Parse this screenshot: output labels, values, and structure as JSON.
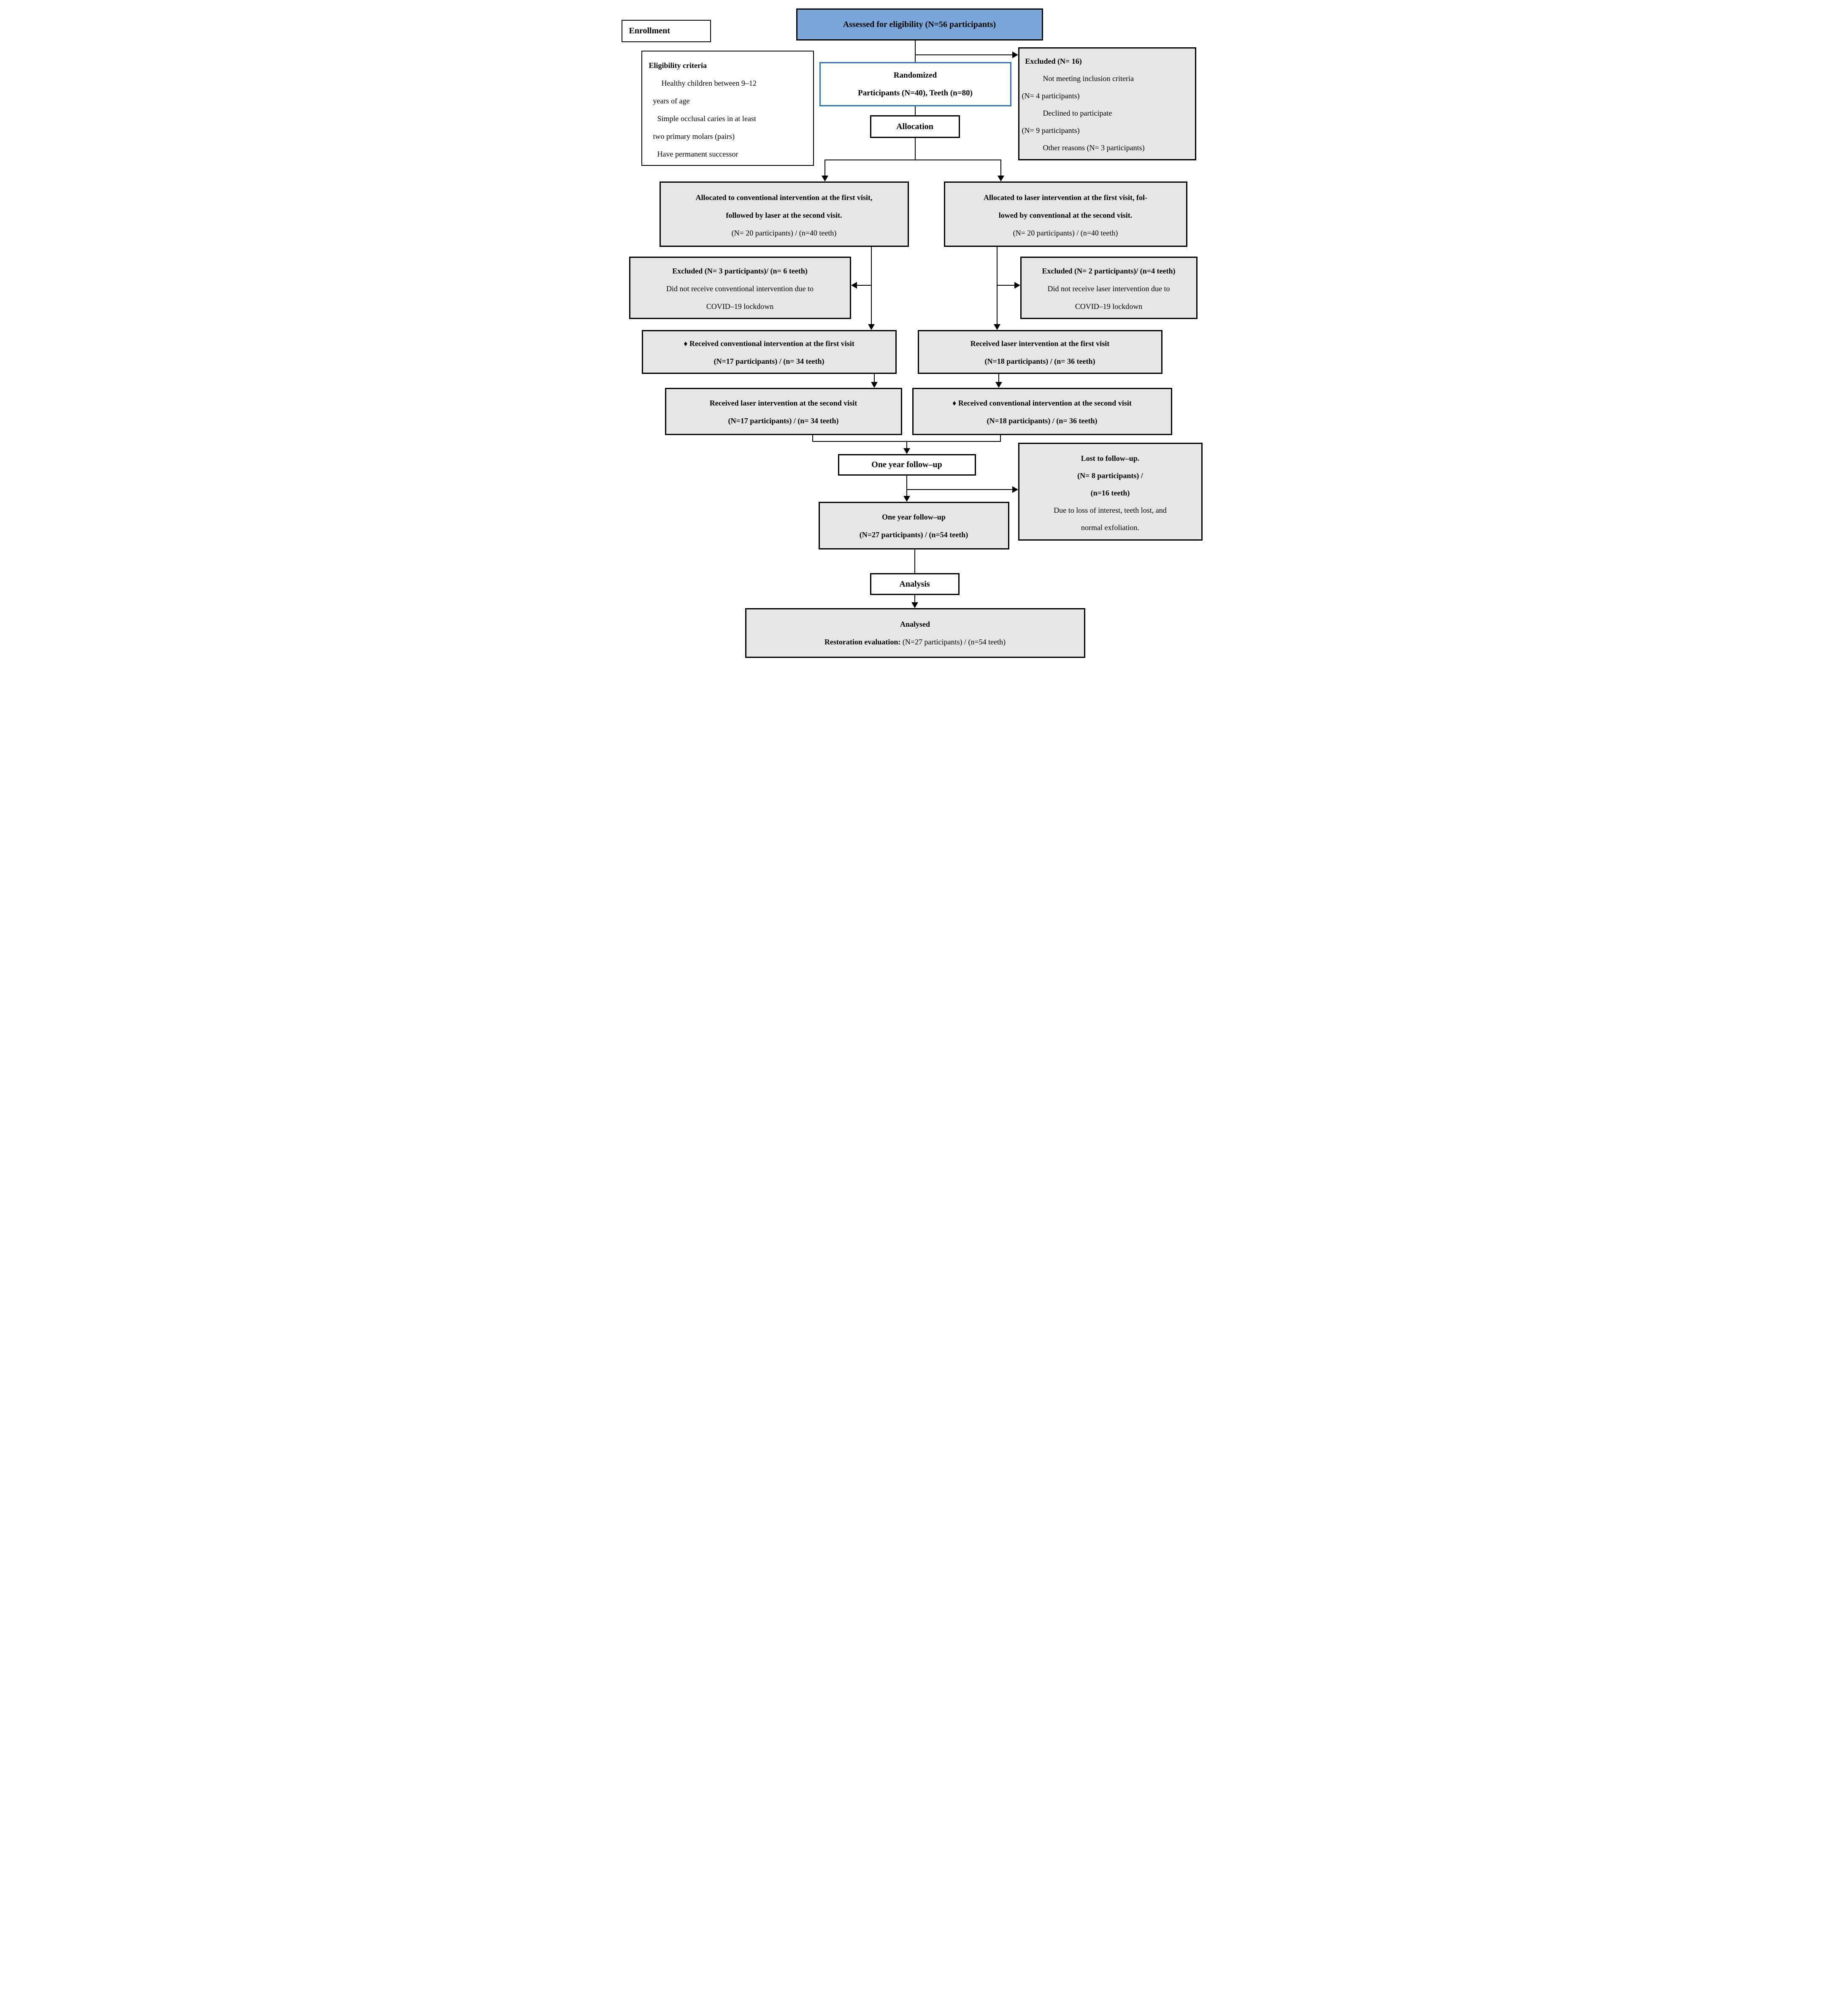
{
  "figure": {
    "colors": {
      "assessed_fill": "#7ba6d9",
      "randomized_border": "#2e75b6",
      "box_fill_gray": "#e7e6e6",
      "line_color": "#000000"
    },
    "boxes": {
      "enrollment": {
        "lines": [
          "Enrollment"
        ]
      },
      "assessed": {
        "lines": [
          "Assessed for eligibility (N=56 participants)"
        ]
      },
      "eligibility": {
        "lines": [
          "Eligibility criteria",
          "Healthy  children  between  9–12",
          "years of age",
          "Simple occlusal caries in at least",
          "two primary molars (pairs)",
          "Have permanent successor"
        ]
      },
      "randomized": {
        "lines": [
          "Randomized",
          "Participants (N=40), Teeth (n=80)"
        ]
      },
      "excluded_enrollment": {
        "lines": [
          "Excluded (N= 16)",
          "Not meeting inclusion criteria",
          "(N= 4 participants)",
          "Declined to participate",
          "(N= 9 participants)",
          "Other reasons (N= 3 participants)"
        ]
      },
      "allocation": {
        "lines": [
          "Allocation"
        ]
      },
      "alloc_conventional": {
        "lines": [
          "Allocated to conventional intervention at the first visit,",
          "followed by laser at the second visit.",
          "(N= 20 participants) / (n=40 teeth)"
        ]
      },
      "alloc_laser": {
        "lines": [
          "Allocated to laser intervention at the first visit, fol-",
          "lowed by conventional at the second visit.",
          "(N= 20 participants) / (n=40 teeth)"
        ]
      },
      "excluded_conventional": {
        "lines": [
          "Excluded (N= 3 participants)/ (n= 6 teeth)",
          "Did not receive conventional intervention due to",
          "COVID–19 lockdown"
        ]
      },
      "excluded_laser": {
        "lines": [
          "Excluded (N= 2 participants)/ (n=4 teeth)",
          "Did not receive laser intervention due to",
          "COVID–19 lockdown"
        ]
      },
      "received_conv_first": {
        "lines": [
          "♦ Received conventional intervention at the first visit",
          "(N=17 participants) / (n= 34 teeth)"
        ]
      },
      "received_laser_first": {
        "lines": [
          "Received laser intervention at the first visit",
          "(N=18 participants) / (n= 36 teeth)"
        ]
      },
      "received_laser_second": {
        "lines": [
          "Received laser intervention at the second visit",
          "(N=17 participants) / (n= 34 teeth)"
        ]
      },
      "received_conv_second": {
        "lines": [
          "♦ Received conventional intervention at the second visit",
          "(N=18 participants) / (n= 36 teeth)"
        ]
      },
      "one_year_label": {
        "lines": [
          "One year follow–up"
        ]
      },
      "lost_followup": {
        "lines": [
          "Lost to follow–up.",
          "(N= 8 participants) /",
          "(n=16 teeth)",
          "Due to loss of interest, teeth lost, and",
          "normal exfoliation."
        ]
      },
      "one_year_result": {
        "lines": [
          "One year follow–up",
          "(N=27 participants) / (n=54 teeth)"
        ]
      },
      "analysis": {
        "lines": [
          "Analysis"
        ]
      },
      "analysed": {
        "title": "Analysed",
        "label": "Restoration evaluation:",
        "value": " (N=27 participants) / (n=54 teeth)"
      }
    }
  }
}
